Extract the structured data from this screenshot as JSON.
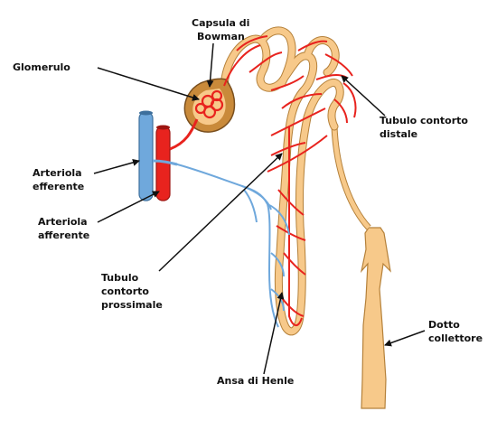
{
  "labels": {
    "capsula_line1": "Capsula di",
    "capsula_line2": "Bowman",
    "glomerulo": "Glomerulo",
    "tubulo_distale_line1": "Tubulo contorto",
    "tubulo_distale_line2": "distale",
    "arteriola_efferente_line1": "Arteriola",
    "arteriola_efferente_line2": "efferente",
    "arteriola_afferente_line1": "Arteriola",
    "arteriola_afferente_line2": "afferente",
    "tubulo_prossimale_line1": "Tubulo",
    "tubulo_prossimale_line2": "contorto",
    "tubulo_prossimale_line3": "prossimale",
    "dotto_line1": "Dotto",
    "dotto_line2": "collettore",
    "ansa": "Ansa di Henle"
  },
  "colors": {
    "artery": "#e8231e",
    "vein": "#6fa8dc",
    "tubule": "#f7c98a",
    "tubule_outline": "#b5813a",
    "capsule": "#c98a3a",
    "leader": "#111111"
  }
}
